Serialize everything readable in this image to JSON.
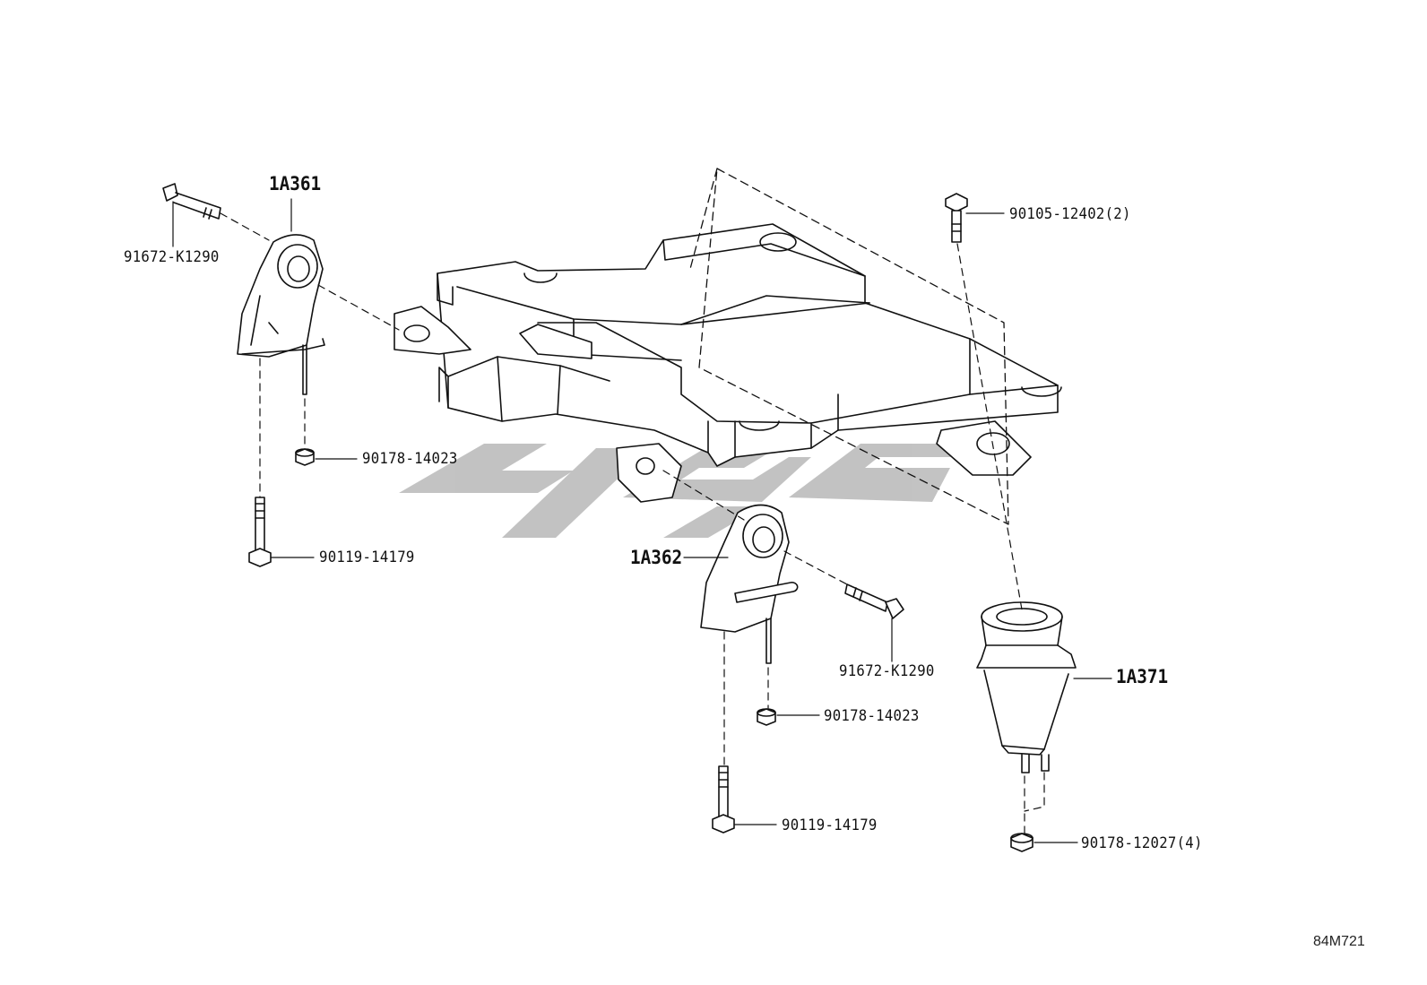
{
  "labels": {
    "mount_rh_front": "1A361",
    "mount_rh_rear": "1A362",
    "mount_rear": "1A371",
    "bolt_top_left": "91672-K1290",
    "nut_left": "90178-14023",
    "bolt_bottom_left": "90119-14179",
    "bolt_top_right": "90105-12402(2)",
    "bolt_mid_right": "91672-K1290",
    "nut_mid": "90178-14023",
    "bolt_bottom_mid": "90119-14179",
    "nut_rear": "90178-12027(4)"
  },
  "diagram_code": "84M721",
  "colors": {
    "line": "#111111",
    "watermark": "#b8b8b8"
  }
}
